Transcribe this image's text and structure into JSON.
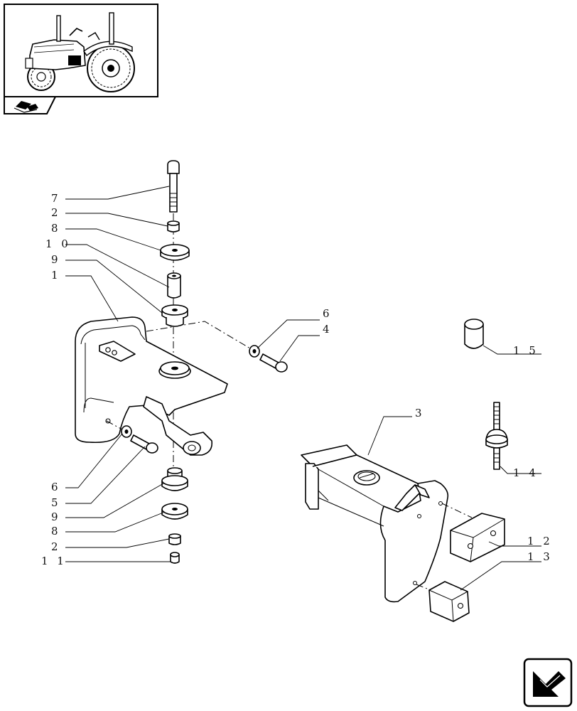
{
  "thumbnail": {
    "subject": "tractor-side-view",
    "nav_icon": "book-arrow-icon"
  },
  "nav_button": {
    "icon": "next-page-arrow-icon"
  },
  "callouts": [
    {
      "id": "c-7-top",
      "label": "7"
    },
    {
      "id": "c-2-top",
      "label": "2"
    },
    {
      "id": "c-8-top",
      "label": "8"
    },
    {
      "id": "c-10-top",
      "label": "1 0"
    },
    {
      "id": "c-9-top",
      "label": "9"
    },
    {
      "id": "c-1",
      "label": "1"
    },
    {
      "id": "c-6-right",
      "label": "6"
    },
    {
      "id": "c-4",
      "label": "4"
    },
    {
      "id": "c-15",
      "label": "1 5"
    },
    {
      "id": "c-3",
      "label": "3"
    },
    {
      "id": "c-14",
      "label": "1 4"
    },
    {
      "id": "c-12",
      "label": "1 2"
    },
    {
      "id": "c-13",
      "label": "1 3"
    },
    {
      "id": "c-6-left",
      "label": "6"
    },
    {
      "id": "c-5",
      "label": "5"
    },
    {
      "id": "c-9-bot",
      "label": "9"
    },
    {
      "id": "c-8-bot",
      "label": "8"
    },
    {
      "id": "c-2-bot",
      "label": "2"
    },
    {
      "id": "c-11",
      "label": "1 1"
    }
  ]
}
